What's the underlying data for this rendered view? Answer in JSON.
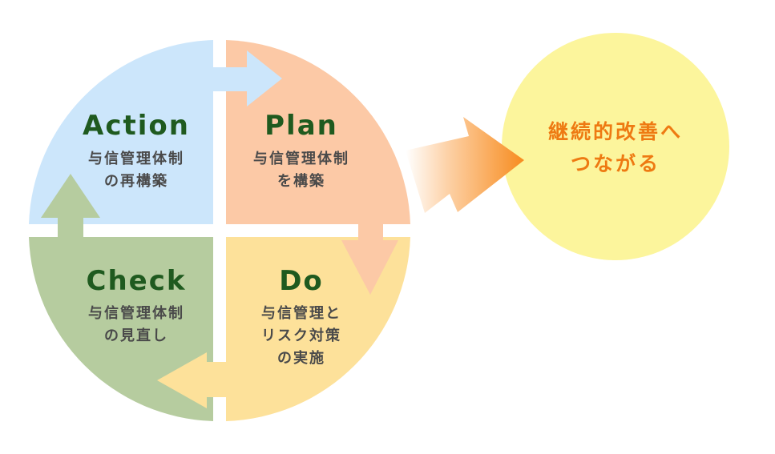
{
  "quadrants": {
    "action": {
      "title": "Action",
      "lines": [
        "与信管理体制",
        "の再構築"
      ],
      "color": "#cce6fb"
    },
    "plan": {
      "title": "Plan",
      "lines": [
        "与信管理体制",
        "を構築"
      ],
      "color": "#fcc9a6"
    },
    "do": {
      "title": "Do",
      "lines": [
        "与信管理と",
        "リスク対策",
        "の実施"
      ],
      "color": "#fde19a"
    },
    "check": {
      "title": "Check",
      "lines": [
        "与信管理体制",
        "の見直し"
      ],
      "color": "#b6cc9f"
    }
  },
  "result": {
    "lines": [
      "継続的改善へ",
      "つながる"
    ],
    "color": "#fcf59c",
    "text_color": "#ee7a12"
  },
  "colors": {
    "title_text": "#1f5a1f",
    "body_text": "#4a4a4a",
    "arrow_orange": "#f78c1f"
  }
}
